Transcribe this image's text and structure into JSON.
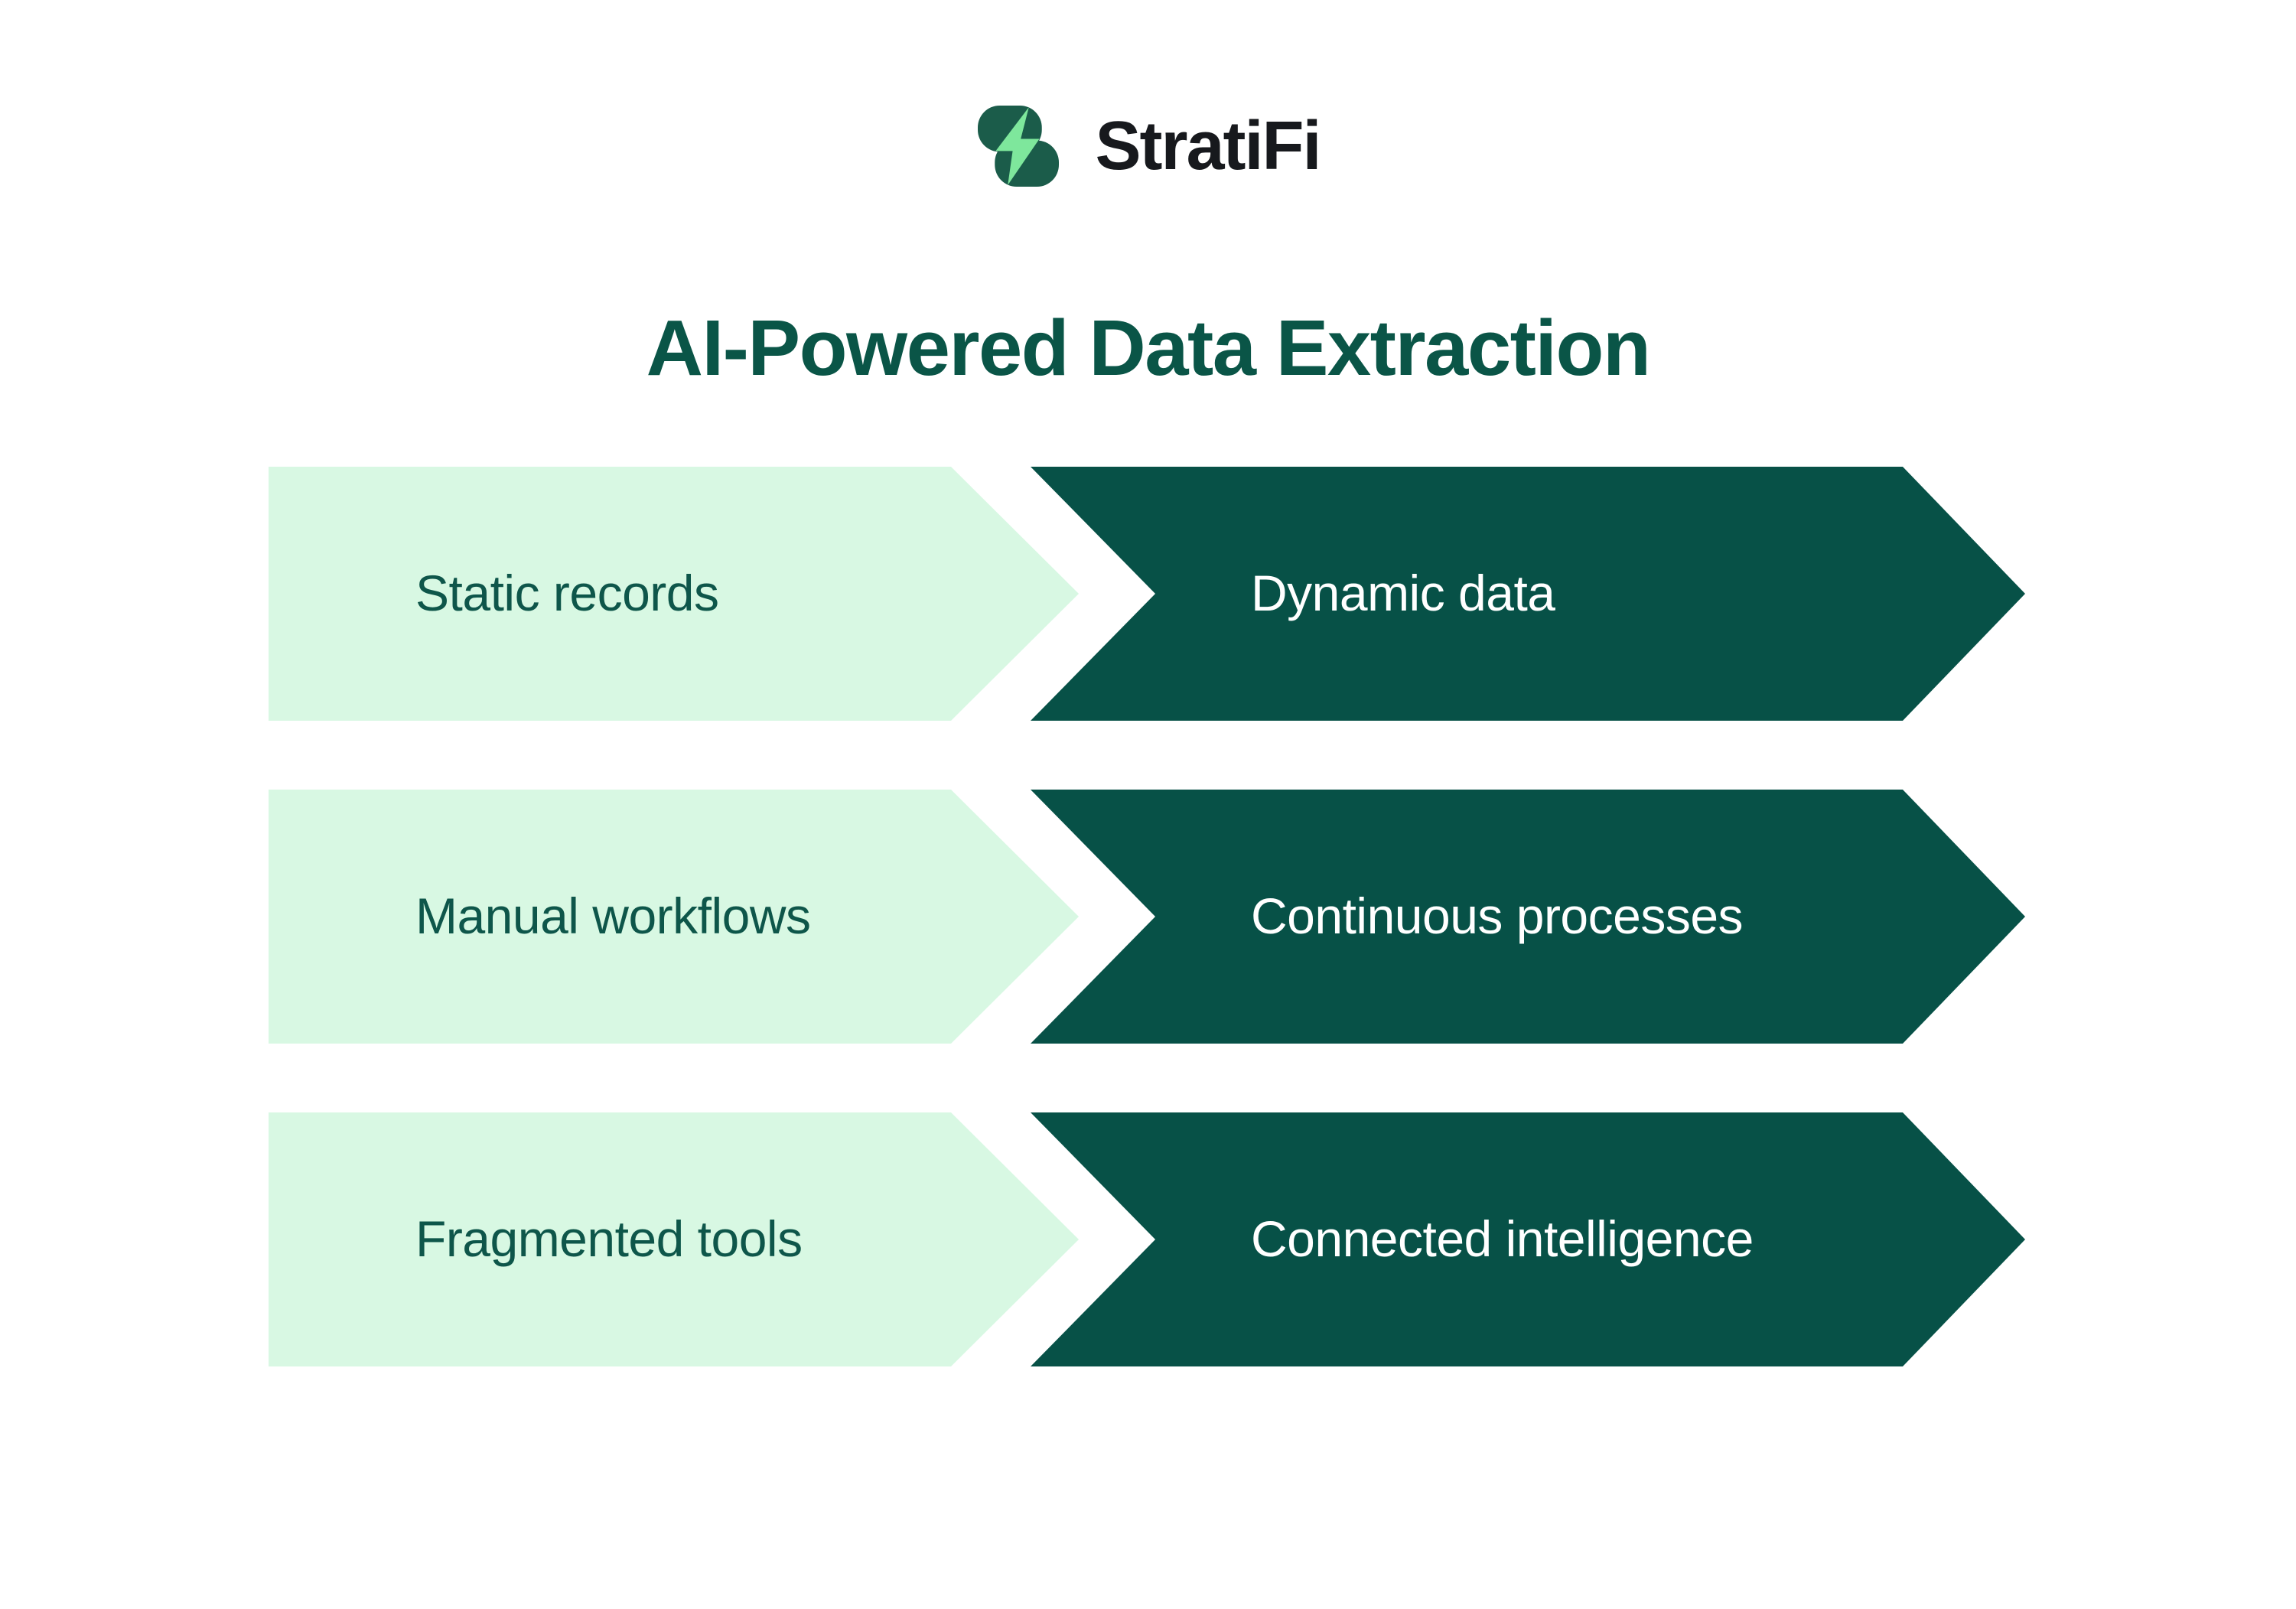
{
  "brand": {
    "name": "StratiFi",
    "icon": "stratifi-bolt-icon"
  },
  "title": "AI-Powered Data Extraction",
  "colors": {
    "mint": "#d8f8e3",
    "deep_green": "#075147",
    "title_green": "#0a5547",
    "label_green": "#0e564a",
    "logo_green": "#1b5c4a",
    "bolt_green": "#7ee79c",
    "logo_text": "#17191d",
    "white": "#ffffff"
  },
  "rows": [
    {
      "from": "Static records",
      "to": "Dynamic data"
    },
    {
      "from": "Manual workflows",
      "to": "Continuous processes"
    },
    {
      "from": "Fragmented tools",
      "to": "Connected intelligence"
    }
  ]
}
